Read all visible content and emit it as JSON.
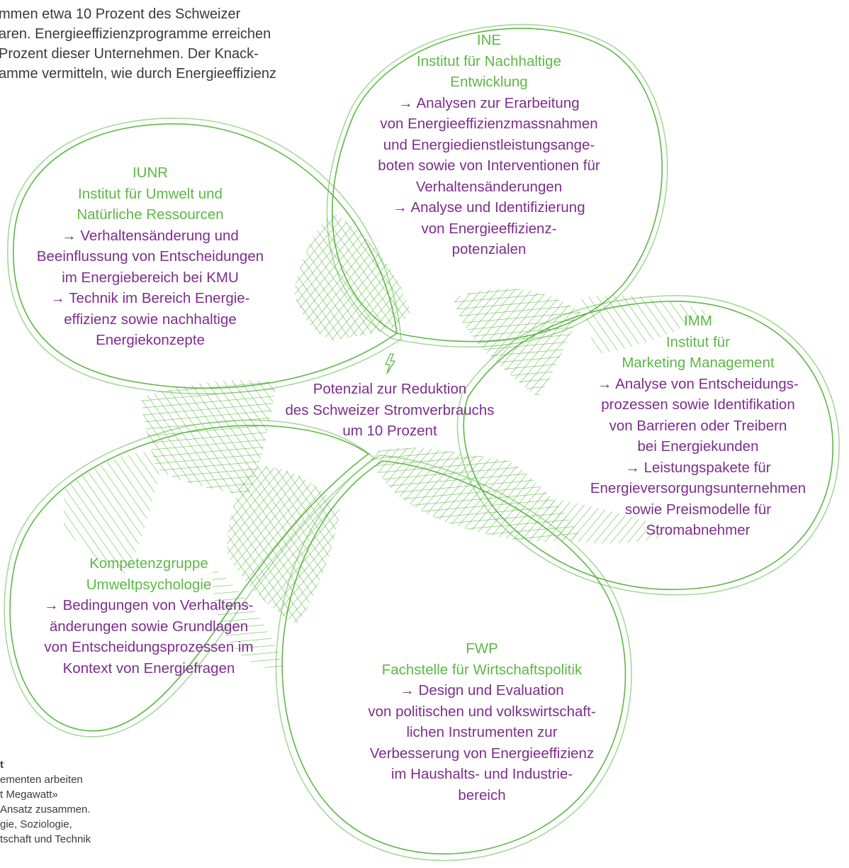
{
  "intro": {
    "lines": [
      "mmen etwa 10 Prozent des Schweizer",
      "aren. Energieeffizienzprogramme erreichen",
      "Prozent dieser Unternehmen. Der Knack-",
      "amme vermitteln, wie durch Energieeffizienz"
    ]
  },
  "center": {
    "icon": "lightning-bolt-icon",
    "lines": [
      "Potenzial zur Reduktion",
      "des Schweizer Stromverbrauchs",
      "um 10 Prozent"
    ]
  },
  "petals": {
    "ine": {
      "title_lines": [
        "INE",
        "Institut für Nachhaltige",
        "Entwicklung"
      ],
      "body_lines": [
        "→ Analysen zur Erarbeitung",
        "von Energieeffizienzmassnahmen",
        "und Energiedienstleistungsange-",
        "boten sowie von Interventionen für",
        "Verhaltensänderungen",
        "→ Analyse und Identifizierung",
        "von Energieeffizienz-",
        "potenzialen"
      ]
    },
    "iunr": {
      "title_lines": [
        "IUNR",
        "Institut für Umwelt und",
        "Natürliche Ressourcen"
      ],
      "body_lines": [
        "→ Verhaltensänderung und",
        "Beeinflussung von Entscheidungen",
        "im Energiebereich bei KMU",
        "→ Technik im Bereich Energie-",
        "effizienz sowie nachhaltige",
        "Energiekonzepte"
      ]
    },
    "imm": {
      "title_lines": [
        "IMM",
        "Institut für",
        "Marketing Management"
      ],
      "body_lines": [
        "→ Analyse von Entscheidungs-",
        "prozessen sowie Identifikation",
        "von Barrieren oder Treibern",
        "bei Energiekunden",
        "→ Leistungspakete für",
        "Energieversorgungsunternehmen",
        "sowie Preismodelle für",
        "Stromabnehmer"
      ]
    },
    "umweltpsychologie": {
      "title_lines": [
        "Kompetenzgruppe",
        "Umweltpsychologie"
      ],
      "body_lines": [
        "→ Bedingungen von Verhaltens-",
        "änderungen sowie Grundlagen",
        "von Entscheidungsprozessen im",
        "Kontext von Energiefragen"
      ]
    },
    "fwp": {
      "title_lines": [
        "FWP",
        "Fachstelle für Wirtschaftspolitik"
      ],
      "body_lines": [
        "→ Design und Evaluation",
        "von politischen und volkswirtschaft-",
        "lichen Instrumenten zur",
        "Verbesserung von Energieeffizienz",
        "im Haushalts- und Industrie-",
        "bereich"
      ]
    }
  },
  "bottom_note": {
    "title": "t",
    "lines": [
      "ementen arbeiten",
      "t Megawatt»",
      "Ansatz zusammen.",
      "gie, Soziologie,",
      "tschaft und Technik"
    ]
  },
  "colors": {
    "title_green": "#5cb845",
    "body_purple": "#7d2d8c",
    "line_green": "#5cb845",
    "text_gray": "#3a3a3a"
  }
}
